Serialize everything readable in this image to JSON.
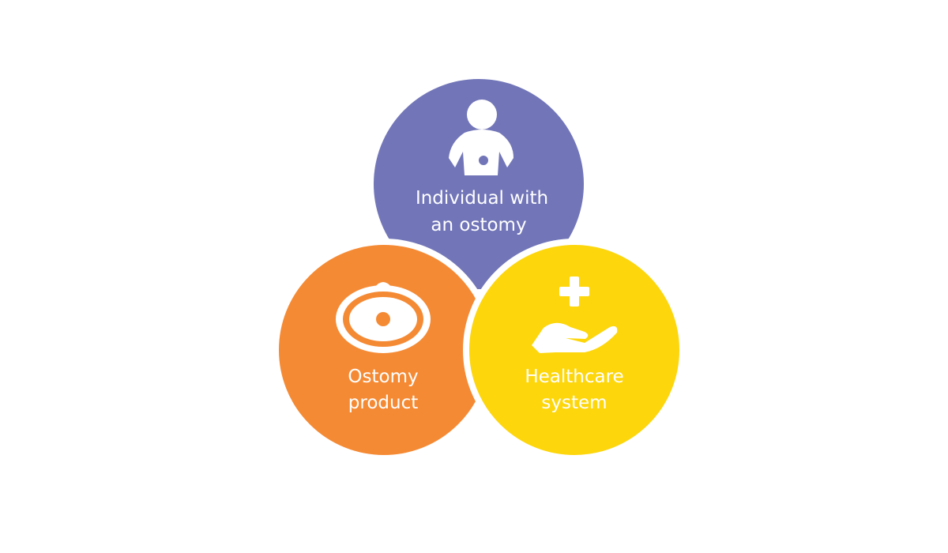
{
  "diagram": {
    "circles": [
      {
        "id": "individual",
        "color": "#7276b8",
        "icon": "person-ostomy-icon",
        "label_lines": [
          "Individual with",
          "an ostomy"
        ]
      },
      {
        "id": "product",
        "color": "#f58a34",
        "icon": "ostomy-pouch-icon",
        "label_lines": [
          "Ostomy",
          "product"
        ]
      },
      {
        "id": "healthcare",
        "color": "#fdd60c",
        "icon": "hand-cross-icon",
        "label_lines": [
          "Healthcare",
          "system"
        ]
      }
    ],
    "background_color": "#ffffff"
  }
}
